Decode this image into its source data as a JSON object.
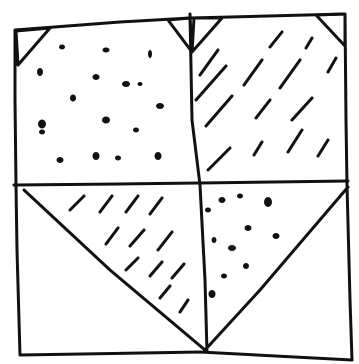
{
  "figure": {
    "ink_color": "#111111",
    "paper_color": "#ffffff",
    "panels": [
      {
        "name": "top-left",
        "fill": "dots"
      },
      {
        "name": "top-right",
        "fill": "hatch"
      },
      {
        "name": "bottom-left",
        "fill": "hatch-triangle"
      },
      {
        "name": "bottom-right",
        "fill": "dots-triangle"
      }
    ]
  }
}
